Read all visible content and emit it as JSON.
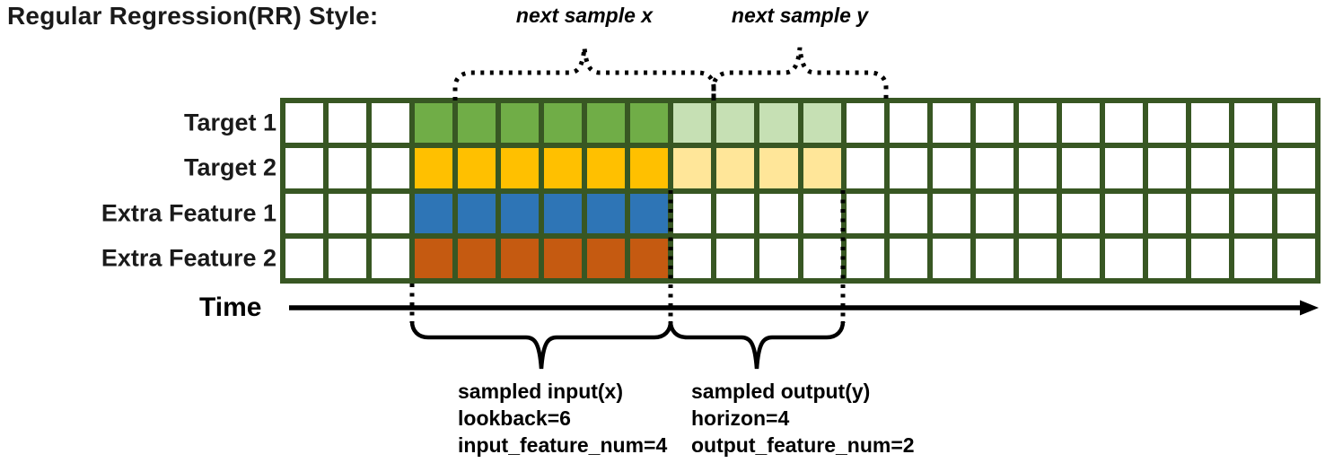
{
  "title": "Regular Regression(RR) Style:",
  "grid": {
    "columns": 24,
    "lookback": 6,
    "horizon": 4,
    "input_start_col": 4,
    "line_color": "#385723",
    "empty_fill": "#ffffff",
    "rows": [
      {
        "label": "Target 1",
        "fill": "#70AD47",
        "light_fill": "#C6E0B4",
        "is_target": true
      },
      {
        "label": "Target 2",
        "fill": "#FFC000",
        "light_fill": "#FFE699",
        "is_target": true
      },
      {
        "label": "Extra Feature 1",
        "fill": "#2E75B6",
        "light_fill": null,
        "is_target": false
      },
      {
        "label": "Extra Feature 2",
        "fill": "#C55A11",
        "light_fill": null,
        "is_target": false
      }
    ]
  },
  "annotations": {
    "next_sample_x": "next sample x",
    "next_sample_y": "next sample y",
    "time_label": "Time",
    "input_lines": [
      "sampled input(x)",
      "lookback=6",
      "input_feature_num=4"
    ],
    "output_lines": [
      "sampled output(y)",
      "horizon=4",
      "output_feature_num=2"
    ]
  }
}
